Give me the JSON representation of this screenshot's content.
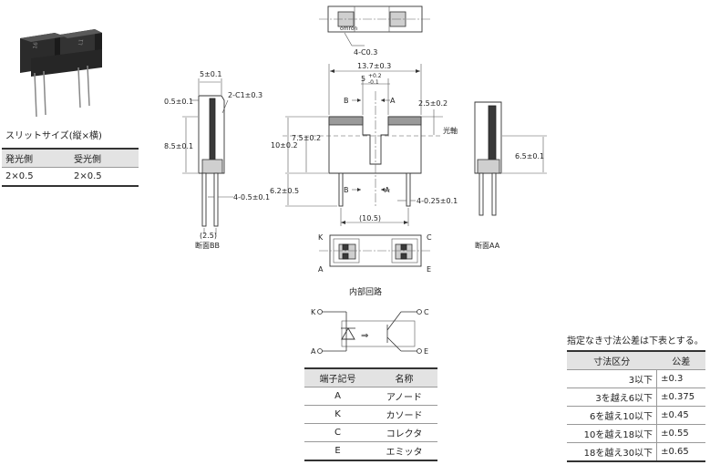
{
  "slit": {
    "caption": "スリットサイズ(縦×横)",
    "headers": [
      "発光側",
      "受光側"
    ],
    "values": [
      "2×0.5",
      "2×0.5"
    ]
  },
  "top_view": {
    "brand": "omron",
    "chamfer": "4-C0.3"
  },
  "front_view": {
    "width": "13.7±0.3",
    "pitch_main": "5",
    "pitch_tol_plus": "+0.2",
    "pitch_tol_minus": "-0.1",
    "height_total": "10±0.2",
    "height_slot": "7.5±0.2",
    "lead_length": "6.2±0.5",
    "right_offset": "2.5±0.2",
    "optical_axis": "光軸",
    "lead_size": "4-0.25±0.1",
    "lead_span": "(10.5)",
    "section_a": "A",
    "section_b": "B"
  },
  "left_view": {
    "top_width": "5±0.1",
    "chamfer": "2-C1±0.3",
    "wall": "0.5±0.1",
    "height": "8.5±0.1",
    "lead": "4-0.5±0.1",
    "lead_span": "(2.5)",
    "label": "断面BB"
  },
  "right_view": {
    "height": "6.5±0.1",
    "label": "断面AA"
  },
  "bottom_view": {
    "pins_left": [
      "K",
      "A"
    ],
    "pins_right": [
      "C",
      "E"
    ]
  },
  "circuit": {
    "title": "内部回路",
    "pins": [
      "K",
      "A",
      "C",
      "E"
    ],
    "arrow": "⇒"
  },
  "terminal_table": {
    "headers": [
      "端子記号",
      "名称"
    ],
    "rows": [
      [
        "A",
        "アノード"
      ],
      [
        "K",
        "カソード"
      ],
      [
        "C",
        "コレクタ"
      ],
      [
        "E",
        "エミッタ"
      ]
    ]
  },
  "tolerance_table": {
    "caption": "指定なき寸法公差は下表とする。",
    "headers": [
      "寸法区分",
      "公差"
    ],
    "rows": [
      [
        "3以下",
        "±0.3"
      ],
      [
        "3を越え6以下",
        "±0.375"
      ],
      [
        "6を越え10以下",
        "±0.45"
      ],
      [
        "10を越え18以下",
        "±0.55"
      ],
      [
        "18を越え30以下",
        "±0.65"
      ]
    ]
  }
}
